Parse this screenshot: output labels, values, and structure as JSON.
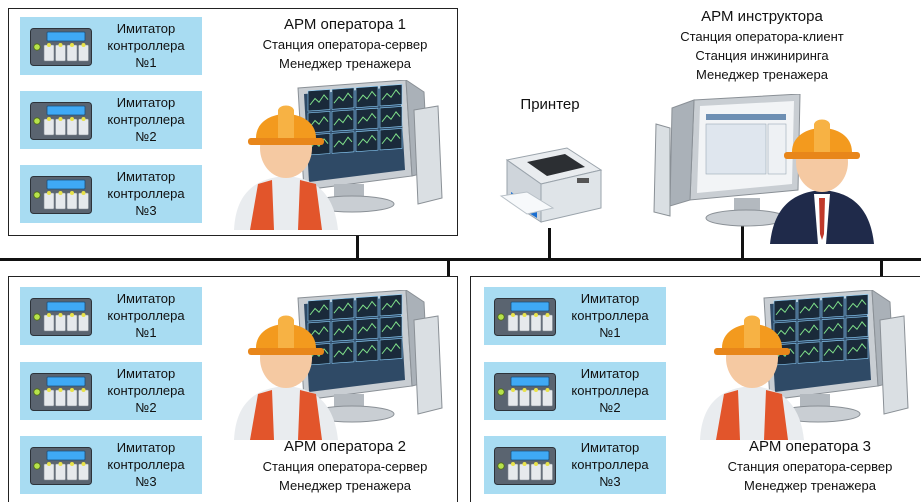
{
  "simulator": {
    "line1": "Имитатор",
    "line2": "контроллера",
    "numbers": [
      "№1",
      "№2",
      "№3"
    ]
  },
  "arm1": {
    "title": "АРМ оператора 1",
    "line2": "Станция оператора-сервер",
    "line3": "Менеджер тренажера"
  },
  "arm2": {
    "title": "АРМ оператора 2",
    "line2": "Станция оператора-сервер",
    "line3": "Менеджер тренажера"
  },
  "arm3": {
    "title": "АРМ оператора 3",
    "line2": "Станция оператора-сервер",
    "line3": "Менеджер тренажера"
  },
  "instructor": {
    "title": "АРМ инструктора",
    "line2": "Станция оператора-клиент",
    "line3": "Станция инжиниринга",
    "line4": "Менеджер тренажера"
  },
  "printer": {
    "label": "Принтер"
  },
  "colors": {
    "module_bg": "#a8dcf2",
    "hardhat": "#f39a1e",
    "network": "#111111"
  }
}
